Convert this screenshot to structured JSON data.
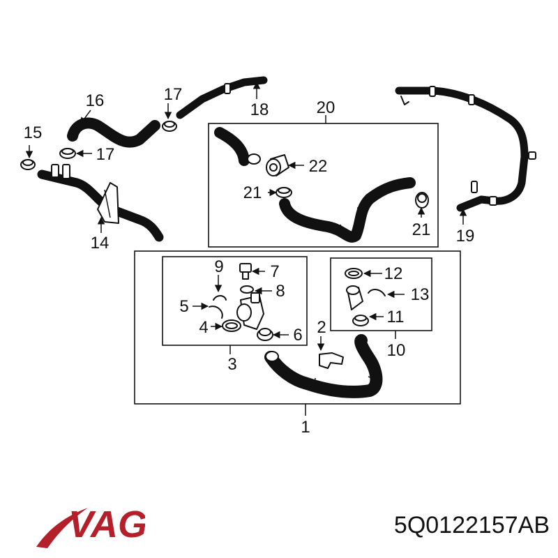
{
  "colors": {
    "ink": "#111111",
    "brand": "#b3202a",
    "background": "#ffffff"
  },
  "callouts": {
    "c1": "1",
    "c2": "2",
    "c3": "3",
    "c4": "4",
    "c5": "5",
    "c6": "6",
    "c7": "7",
    "c8": "8",
    "c9": "9",
    "c10": "10",
    "c11": "11",
    "c12": "12",
    "c13": "13",
    "c14": "14",
    "c15": "15",
    "c16": "16",
    "c17a": "17",
    "c17b": "17",
    "c18": "18",
    "c19": "19",
    "c20": "20",
    "c21a": "21",
    "c21b": "21",
    "c22": "22"
  },
  "brand": {
    "logo_text": "VAG",
    "logo_icon": "vag-swoosh-logo"
  },
  "part_number": "5Q0122157AB"
}
